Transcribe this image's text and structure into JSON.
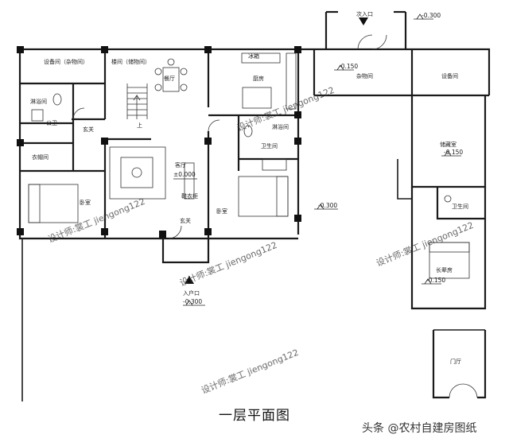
{
  "title": "一层平面图",
  "source": "头条 @农村自建房图纸",
  "watermark": "设计师:裳工 jiengong122",
  "rooms": {
    "storage_left": "设备间（杂物间）",
    "stair_hall": "楼间（储物间）",
    "dining": "餐厅",
    "fridge": "冰箱",
    "kitchen": "厨房",
    "bath_left": "淋浴间",
    "public_wc": "公卫",
    "foyer_left": "玄关",
    "wardrobe": "衣帽间",
    "bedroom_left": "卧室",
    "up_mark": "上",
    "living": "客厅",
    "shoe": "鞋衣柜",
    "foyer_main": "玄关",
    "bedroom_mid": "卧室",
    "bath_mid": "淋浴间",
    "wc_mid": "卫生间",
    "sundry": "杂物间",
    "equipment_right": "设备间",
    "storage_room": "储藏室",
    "wc_right": "卫生间",
    "elder_room": "长辈房",
    "gate_hall": "门厅",
    "main_entry": "入户口",
    "side_entry": "次入口"
  },
  "levels": {
    "living": "±0.000",
    "main_entry": "-0.300",
    "side_entry": "-0.300",
    "sundry": "-0.150",
    "storage": "-0.150",
    "yard": "-0.300",
    "elder": "-0.150"
  }
}
